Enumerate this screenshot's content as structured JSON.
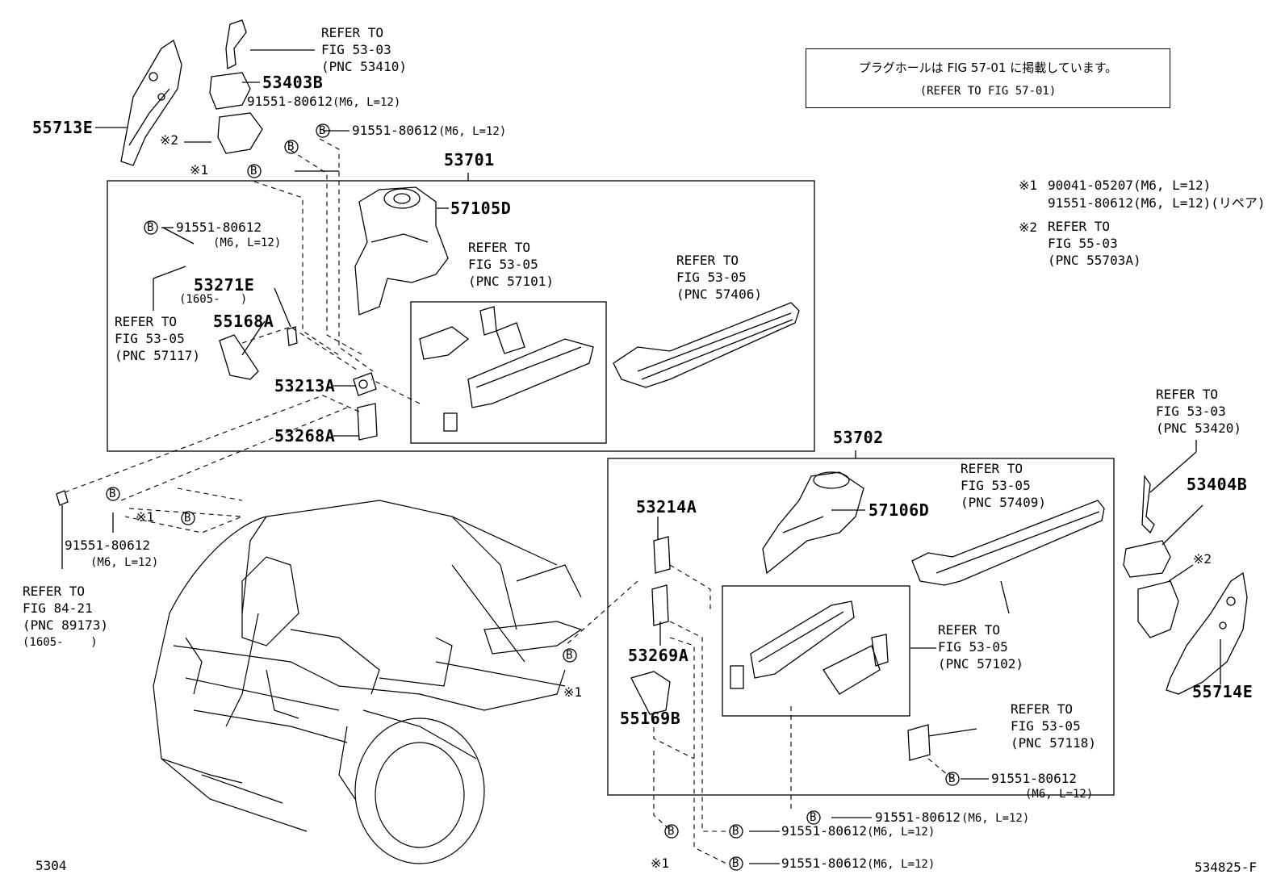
{
  "note": {
    "line1": "プラグホールは FIG 57-01 に掲載しています。",
    "line2": "(REFER TO FIG 57-01)"
  },
  "groups": {
    "g53701": "53701",
    "g53702": "53702"
  },
  "parts": {
    "p55713E": "55713E",
    "p53403B": "53403B",
    "p57105D": "57105D",
    "p53271E": "53271E",
    "p53271E_range": "(1605-   )",
    "p55168A": "55168A",
    "p53213A": "53213A",
    "p53268A": "53268A",
    "p53214A": "53214A",
    "p53269A": "53269A",
    "p55169B": "55169B",
    "p57106D": "57106D",
    "p53404B": "53404B",
    "p55714E": "55714E"
  },
  "bolts": {
    "b1_num": "91551-80612",
    "b1_spec": "(M6, L=12)",
    "b2_num": "91551-80612",
    "b2_spec": "(M6, L=12)",
    "b3_num": "91551-80612",
    "b3_spec": "(M6, L=12)",
    "b4_num": "91551-80612",
    "b4_spec": "(M6, L=12)",
    "b5_num": "91551-80612",
    "b5_spec": "(M6, L=12)",
    "b6_num": "91551-80612",
    "b6_spec": "(M6, L=12)",
    "b7_num": "91551-80612",
    "b7_spec": "(M6, L=12)",
    "b8_num": "91551-80612",
    "b8_spec": "(M6, L=12)"
  },
  "refs": {
    "r53410": "REFER TO\nFIG 53-03\n(PNC 53410)",
    "r57101": "REFER TO\nFIG 53-05\n(PNC 57101)",
    "r57406": "REFER TO\nFIG 53-05\n(PNC 57406)",
    "r57117": "REFER TO\nFIG 53-05\n(PNC 57117)",
    "r89173": "REFER TO\nFIG 84-21\n(PNC 89173)",
    "r89173_range": "(1605-    )",
    "r53420": "REFER TO\nFIG 53-03\n(PNC 53420)",
    "r57409": "REFER TO\nFIG 53-05\n(PNC 57409)",
    "r57102": "REFER TO\nFIG 53-05\n(PNC 57102)",
    "r57118": "REFER TO\nFIG 53-05\n(PNC 57118)"
  },
  "legend": {
    "n1_mark": "※1",
    "n1_a": "90041-05207(M6, L=12)",
    "n1_b": "91551-80612(M6, L=12)(リペア)",
    "n2_mark": "※2",
    "n2_ref": "REFER TO\nFIG 55-03\n(PNC 55703A)"
  },
  "marks": {
    "star1": "※1",
    "star2": "※2",
    "circle_b": "B"
  },
  "footer": {
    "left_code": "5304",
    "right_code": "534825-F"
  }
}
